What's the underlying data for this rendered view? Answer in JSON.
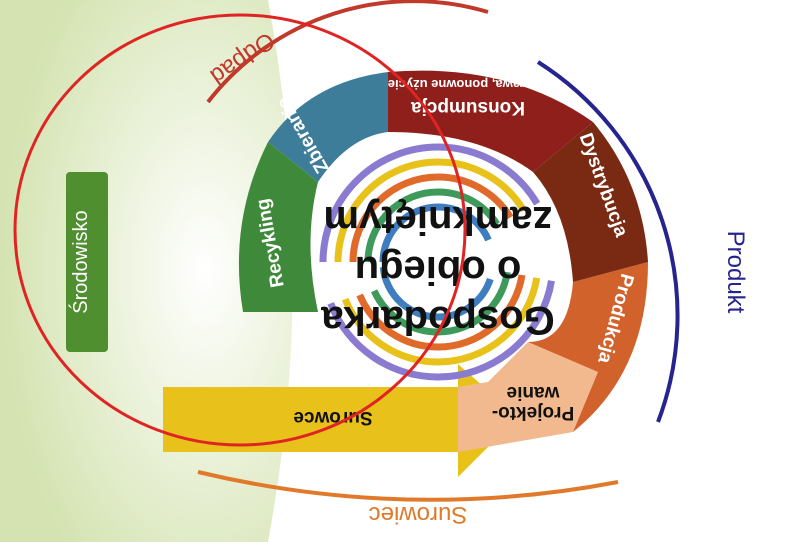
{
  "center": {
    "line1": "Gospodarka",
    "line2": "o obiegu",
    "line3": "zamkniętym"
  },
  "stages": {
    "raw_materials": "Surowce",
    "design": "Projekto-",
    "design_cont": "wanie",
    "production": "Produkcja",
    "distribution": "Dystrybucja",
    "consumption": "Konsumpcja",
    "consumption_sub": "naprawa, ponowne użycie",
    "collection": "Zbieranie",
    "recycling": "Recykling"
  },
  "outer": {
    "product": "Produkt",
    "raw_material": "Surowiec",
    "waste": "Odpad"
  },
  "environment": {
    "label": "Środowisko"
  },
  "colors": {
    "raw_materials": "#e8c21a",
    "design": "#f2b98e",
    "production": "#d2622c",
    "distribution": "#7a2a12",
    "consumption": "#8f1f1a",
    "collection": "#3d7d99",
    "recycling": "#3e8a3a",
    "environment": "#4f8f2f",
    "product_arc": "#26248f",
    "raw_arc": "#e07a2a",
    "waste_arc": "#c0392b",
    "highlight": "#e02424"
  }
}
